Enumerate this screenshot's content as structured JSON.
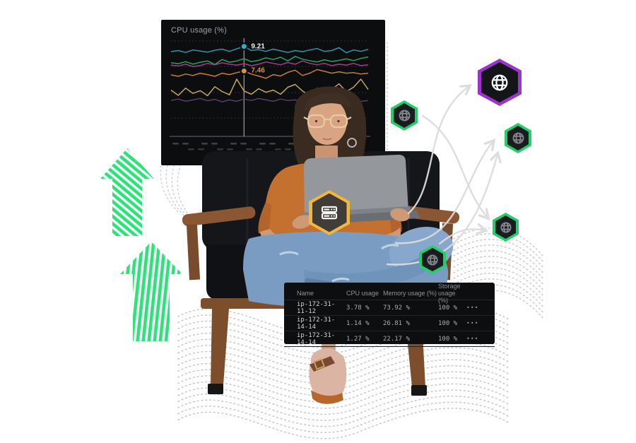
{
  "colors": {
    "panel_bg": "#0C0D0E",
    "accent_green": "#24CE6B",
    "accent_purple": "#9C34CC",
    "accent_amber": "#F2B73F",
    "arrow_green": "#2EE27A",
    "connector_gray": "#DCDCDC",
    "status_green": "#2BD47D"
  },
  "cpu_panel": {
    "title": "CPU usage (%)",
    "chart_data": {
      "type": "line",
      "title": "CPU usage (%)",
      "x_points": 28,
      "ylim": [
        2.8,
        9.9
      ],
      "grid": "horizontal-dotted",
      "legend": "none",
      "crosshair_index": 10,
      "series": [
        {
          "name": "teal",
          "color": "#2E97A8",
          "values": [
            8.84,
            8.92,
            8.78,
            8.96,
            8.88,
            8.8,
            8.94,
            9.02,
            8.86,
            9.04,
            9.21,
            8.92,
            8.98,
            8.86,
            9.02,
            8.9,
            8.78,
            8.92,
            8.84,
            8.96,
            9.06,
            8.86,
            8.92,
            9.12,
            8.76,
            8.96,
            8.86,
            9.0
          ]
        },
        {
          "name": "green",
          "color": "#22A563",
          "values": [
            8.05,
            7.98,
            8.12,
            7.95,
            8.08,
            8.18,
            7.92,
            8.28,
            8.08,
            8.18,
            8.34,
            8.12,
            8.22,
            8.4,
            8.28,
            8.44,
            8.18,
            8.5,
            8.3,
            8.2,
            8.1,
            8.26,
            8.14,
            8.22,
            8.32,
            8.2,
            8.36,
            8.46
          ]
        },
        {
          "name": "magenta",
          "color": "#A83A8E",
          "values": [
            7.88,
            7.82,
            7.94,
            7.78,
            7.84,
            8.0,
            7.9,
            8.04,
            7.94,
            7.88,
            7.98,
            7.84,
            7.94,
            8.1,
            8.0,
            7.9,
            8.06,
            7.94,
            8.18,
            8.0,
            7.9,
            8.0,
            7.84,
            7.94,
            7.88,
            8.0,
            7.84,
            7.9
          ]
        },
        {
          "name": "orange",
          "color": "#C67F30",
          "values": [
            7.18,
            7.08,
            7.24,
            7.14,
            7.3,
            7.2,
            7.08,
            7.3,
            7.2,
            7.34,
            7.46,
            7.24,
            7.1,
            6.94,
            7.2,
            7.1,
            7.36,
            7.52,
            7.14,
            7.3,
            7.56,
            7.44,
            7.3,
            7.4,
            7.3,
            7.34,
            7.24,
            7.3
          ]
        },
        {
          "name": "tan",
          "color": "#C2A75E",
          "values": [
            6.1,
            5.72,
            6.24,
            5.86,
            6.06,
            5.7,
            6.34,
            6.0,
            5.76,
            6.88,
            6.04,
            5.8,
            6.2,
            5.94,
            6.1,
            5.8,
            6.3,
            6.5,
            6.04,
            5.7,
            6.24,
            5.96,
            6.14,
            6.54,
            6.0,
            6.3,
            6.88,
            6.14
          ]
        },
        {
          "name": "purple",
          "color": "#5E3B6C",
          "values": [
            5.36,
            5.46,
            5.3,
            5.4,
            5.5,
            5.34,
            5.44,
            5.26,
            5.4,
            5.3,
            5.46,
            5.36,
            5.5,
            5.4,
            5.3,
            5.46,
            5.36,
            5.4,
            5.26,
            5.36,
            5.46,
            5.3,
            5.4,
            5.36,
            5.46,
            5.4,
            5.3,
            5.36
          ]
        }
      ],
      "annotations": [
        {
          "label": "9.21",
          "series": 0,
          "index": 10,
          "text_color": "#F2F2F2",
          "dot_color": "#27B3C6"
        },
        {
          "label": "7.46",
          "series": 3,
          "index": 10,
          "text_color": "#D2913F",
          "dot_color": "#D2913F"
        }
      ]
    }
  },
  "server_table": {
    "columns": [
      "Name",
      "CPU usage",
      "Memory usage (%)",
      "Storage usage (%)"
    ],
    "rows": [
      {
        "status": "green",
        "name": "ip-172-31-11-12",
        "cpu": "3.78 %",
        "memory": "73.92 %",
        "storage": "100 %",
        "actions": "•••"
      },
      {
        "status": "green",
        "name": "ip-172-31-14-14",
        "cpu": "1.14 %",
        "memory": "26.81 %",
        "storage": "100 %",
        "actions": "•••"
      },
      {
        "status": "green",
        "name": "ip-172-31-14-14",
        "cpu": "1.27 %",
        "memory": "22.17 %",
        "storage": "100 %",
        "actions": "•••"
      }
    ]
  }
}
